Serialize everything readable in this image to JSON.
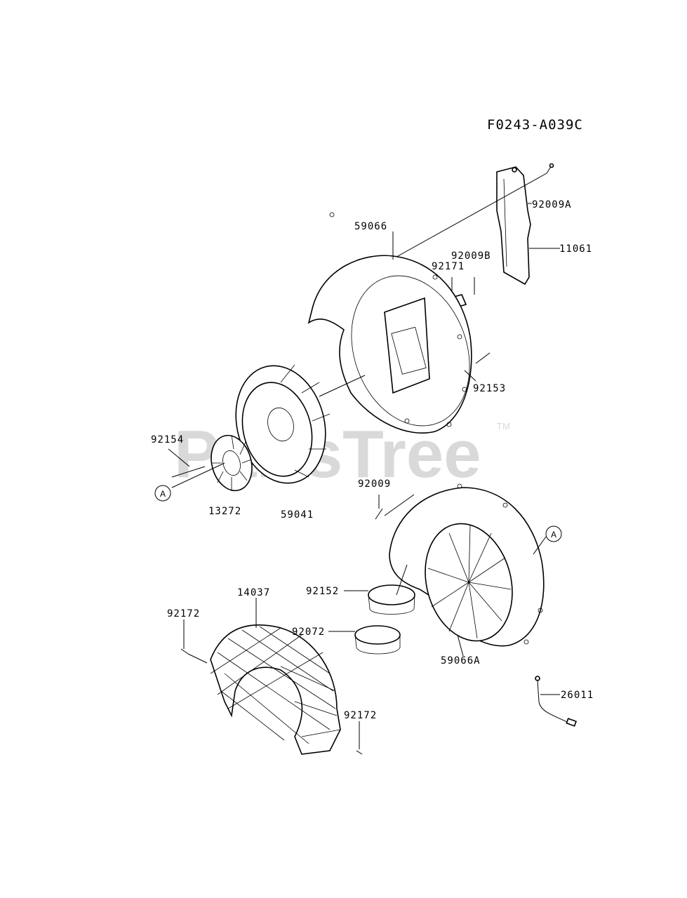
{
  "watermark": {
    "text": "PartsTree",
    "tm": "TM"
  },
  "diagram_code": "F0243-A039C",
  "ref_marker": "A",
  "labels": {
    "p59066": "59066",
    "p92009A": "92009A",
    "p92009B": "92009B",
    "p92171": "92171",
    "p11061": "11061",
    "p92153": "92153",
    "p92154": "92154",
    "p13272": "13272",
    "p59041": "59041",
    "p92009": "92009",
    "p92152": "92152",
    "p14037": "14037",
    "p92172a": "92172",
    "p92072": "92072",
    "p59066A": "59066A",
    "p26011": "26011",
    "p92172b": "92172"
  }
}
